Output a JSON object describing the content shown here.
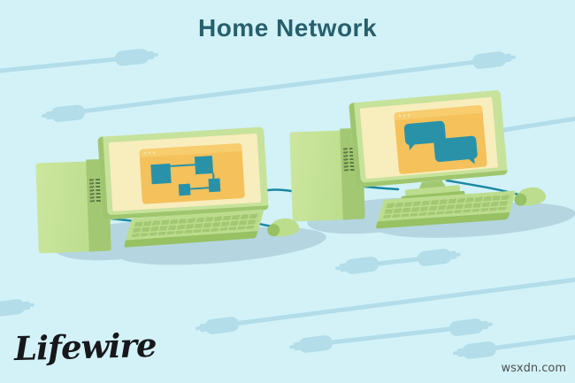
{
  "header": {
    "title": "Home Network"
  },
  "footer": {
    "brand": "Lifewire",
    "watermark": "wsxdn.com"
  },
  "illustration": {
    "description": "Two desktop computers connected to each other with a network cable",
    "left_computer": {
      "label": "desktop-pc",
      "screen_content": "network-diagram-window"
    },
    "right_computer": {
      "label": "desktop-pc",
      "screen_content": "chat-messages-window"
    },
    "connection": "ethernet-cable",
    "background_motif": "rca-cable-plug-pattern"
  },
  "theme": {
    "bg": "#d2f2f8",
    "cable": "#b2dde9",
    "shadow": "#b5d6e0",
    "green": "#bcdd8d",
    "green-hi": "#cde79e",
    "green-dark": "#a3c873",
    "green-deep": "#97c163",
    "vent": "#5c7a45",
    "frame": "#c7e29b",
    "frame-edge": "#9fc66e",
    "screen": "#f8edbd",
    "window": "#f4c15b",
    "window-bar": "#f7cd6e",
    "window-dot": "#f6dd9b",
    "teal": "#2992a9",
    "teal-cable": "#1b87a2",
    "title": "#27606c",
    "ink": "#16181b",
    "watermark": "#4f4f4f"
  }
}
